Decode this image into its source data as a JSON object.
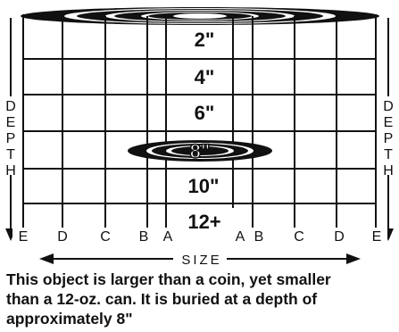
{
  "depth_marks": [
    "2\"",
    "4\"",
    "6\"",
    "8\"",
    "10\"",
    "12+"
  ],
  "size_scale": [
    "E",
    "D",
    "C",
    "B",
    "A",
    "A",
    "B",
    "C",
    "D",
    "E"
  ],
  "size_label": "SIZE",
  "depth_label_letters": [
    "D",
    "E",
    "P",
    "T",
    "H"
  ],
  "target": {
    "depth": "8\"",
    "size_range": "B–B"
  },
  "caption": {
    "line1": "This object is larger than a coin, yet smaller",
    "line2": "than a 12-oz. can. It is buried at a depth of",
    "line3": "approximately 8\""
  }
}
